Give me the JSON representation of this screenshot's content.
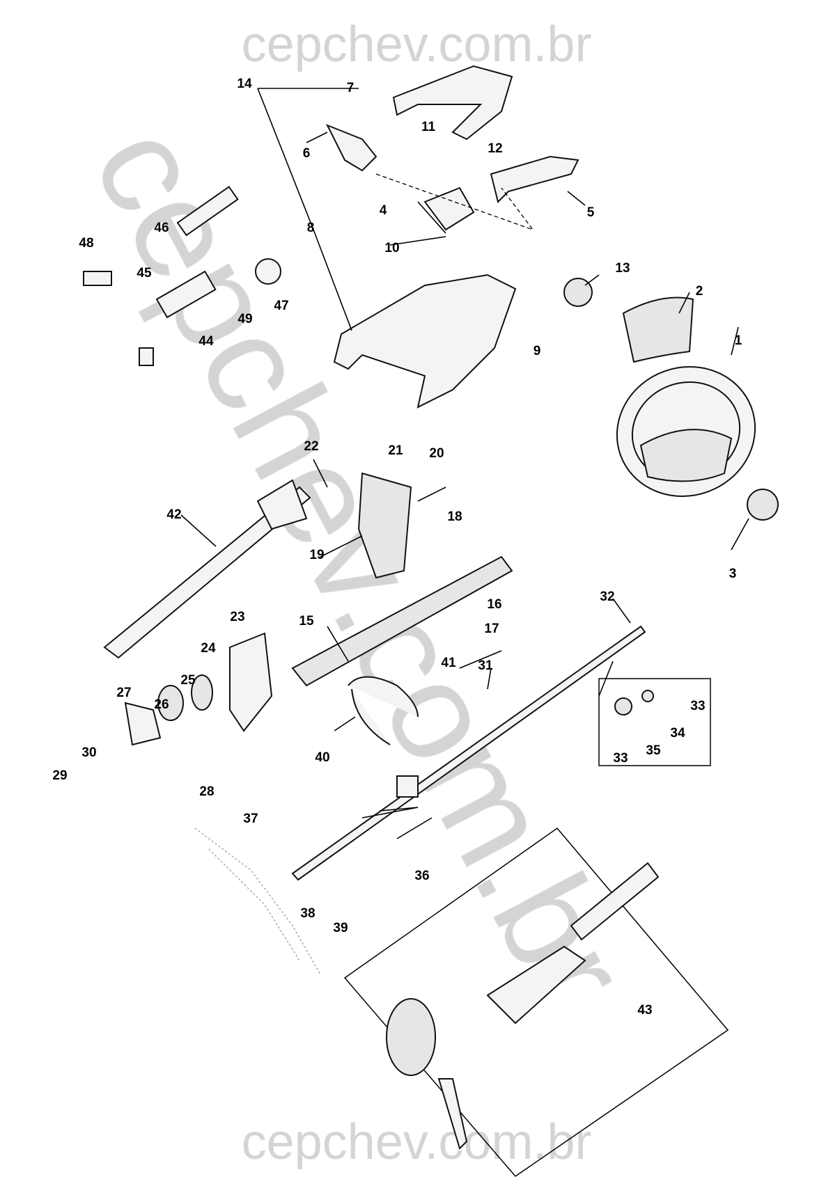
{
  "diagram": {
    "title": "Steering column exploded parts diagram",
    "watermark": "cepchev.com.br",
    "callouts": [
      "14",
      "7",
      "6",
      "11",
      "12",
      "5",
      "4",
      "8",
      "10",
      "13",
      "2",
      "9",
      "1",
      "3",
      "46",
      "48",
      "45",
      "47",
      "49",
      "44",
      "22",
      "21",
      "20",
      "42",
      "18",
      "19",
      "32",
      "16",
      "23",
      "15",
      "17",
      "24",
      "41",
      "31",
      "25",
      "27",
      "26",
      "33",
      "34",
      "35",
      "33",
      "40",
      "30",
      "29",
      "28",
      "37",
      "36",
      "38",
      "39",
      "43"
    ]
  }
}
